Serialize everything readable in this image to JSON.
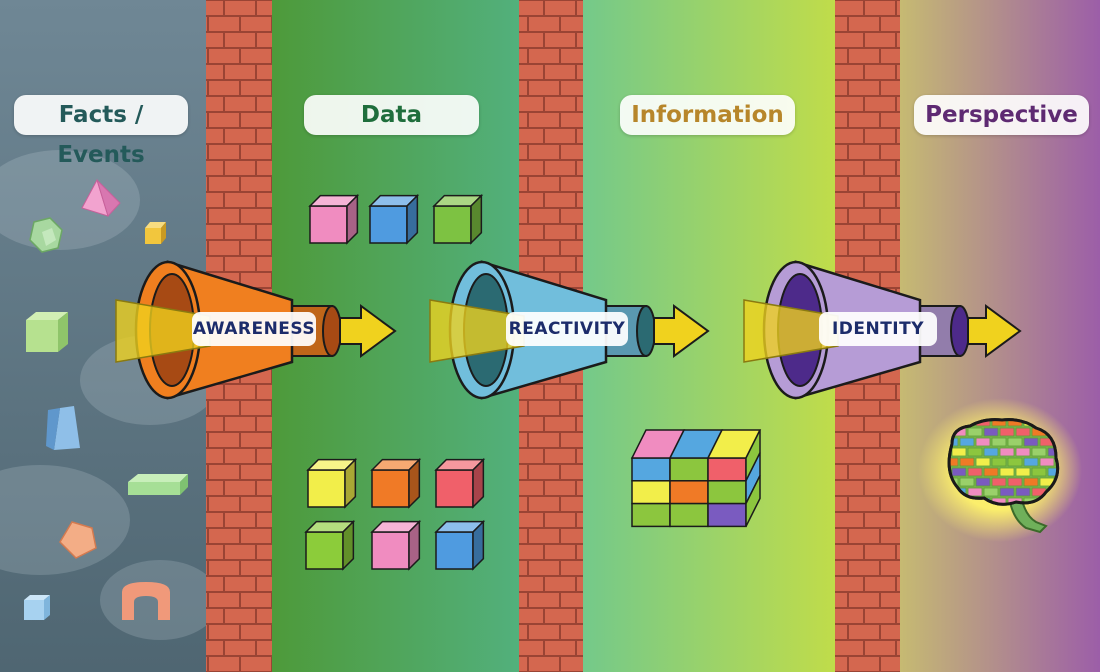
{
  "stages": [
    {
      "label": "Facts / Events",
      "color": "#245a5a"
    },
    {
      "label": "Data",
      "color": "#1f6e3c"
    },
    {
      "label": "Information",
      "color": "#b7862a"
    },
    {
      "label": "Perspective",
      "color": "#5e2a72"
    }
  ],
  "processes": [
    {
      "label": "AWARENESS",
      "color": "#f07f1f",
      "inner": "#a74a14"
    },
    {
      "label": "REACTIVITY",
      "color": "#71bedc",
      "inner": "#2b6a72"
    },
    {
      "label": "IDENTITY",
      "color": "#b69cd6",
      "inner": "#4d2a8a"
    }
  ],
  "colors": {
    "brick": "#d4674f",
    "mortar": "#9a4434",
    "arrow": "#f0d21e",
    "facts_bg": "#55717f",
    "data_bg": "#4aa158",
    "info_bg": "#a6cf5f",
    "perspective_bg": "#9f66a8"
  },
  "icons": [
    "pyramid-icon",
    "cube-icon",
    "hexagon-icon",
    "pentagon-icon",
    "arch-icon",
    "rubiks-cube-icon",
    "brain-icon",
    "arrow-icon"
  ]
}
